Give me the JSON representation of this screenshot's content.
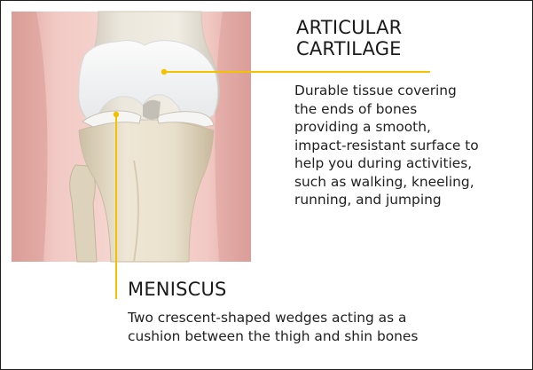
{
  "cartilage": {
    "title_lines": [
      "ARTICULAR",
      "CARTILAGE"
    ],
    "description_lines": [
      "Durable tissue covering",
      "the ends of bones",
      "providing a smooth,",
      "impact-resistant surface to",
      "help you during activities,",
      "such as walking, kneeling,",
      "running, and jumping"
    ]
  },
  "meniscus": {
    "title": "MENISCUS",
    "description_lines": [
      "Two crescent-shaped wedges acting as a",
      "cushion between the thigh and shin bones"
    ]
  },
  "colors": {
    "leader_line": "#f2c200",
    "text": "#1a1a1a",
    "border": "#1f1f1f",
    "skin": "#f0c4bf",
    "bone": "#e6dcc6",
    "cartilage": "#f7f7f7"
  }
}
